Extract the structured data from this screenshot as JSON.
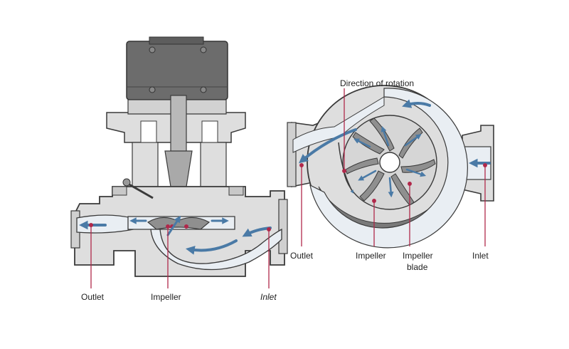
{
  "left_view": {
    "labels": {
      "outlet": "Outlet",
      "impeller": "Impeller",
      "inlet": "Inlet"
    }
  },
  "right_view": {
    "labels": {
      "direction_of_rotation": "Direction of rotation",
      "outlet": "Outlet",
      "impeller": "Impeller",
      "impeller_blade_line1": "Impeller",
      "impeller_blade_line2": "blade",
      "inlet": "Inlet"
    }
  },
  "colors": {
    "casing": "#dedede",
    "casing_stroke": "#3a3a3a",
    "motor": "#6c6c6c",
    "flow": "#e9eef3",
    "arrow": "#4a7aa6",
    "leader": "#b0284a",
    "shaft": "#b9b9b9"
  }
}
